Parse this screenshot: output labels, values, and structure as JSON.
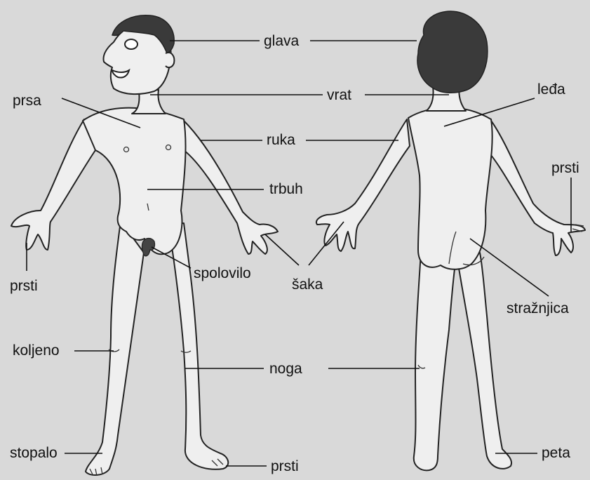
{
  "labels": {
    "glava": "glava",
    "vrat": "vrat",
    "prsa": "prsa",
    "leda": "leđa",
    "ruka": "ruka",
    "prsti_right": "prsti",
    "trbuh": "trbuh",
    "prsti_left": "prsti",
    "spolovilo": "spolovilo",
    "saka": "šaka",
    "straznjica": "stražnjica",
    "koljeno": "koljeno",
    "noga": "noga",
    "stopalo": "stopalo",
    "prsti_bottom": "prsti",
    "peta": "peta"
  },
  "colors": {
    "background": "#d9d9d9",
    "skin": "#efefef",
    "hair": "#3a3a3a",
    "outline": "#222222",
    "text": "#111111"
  }
}
